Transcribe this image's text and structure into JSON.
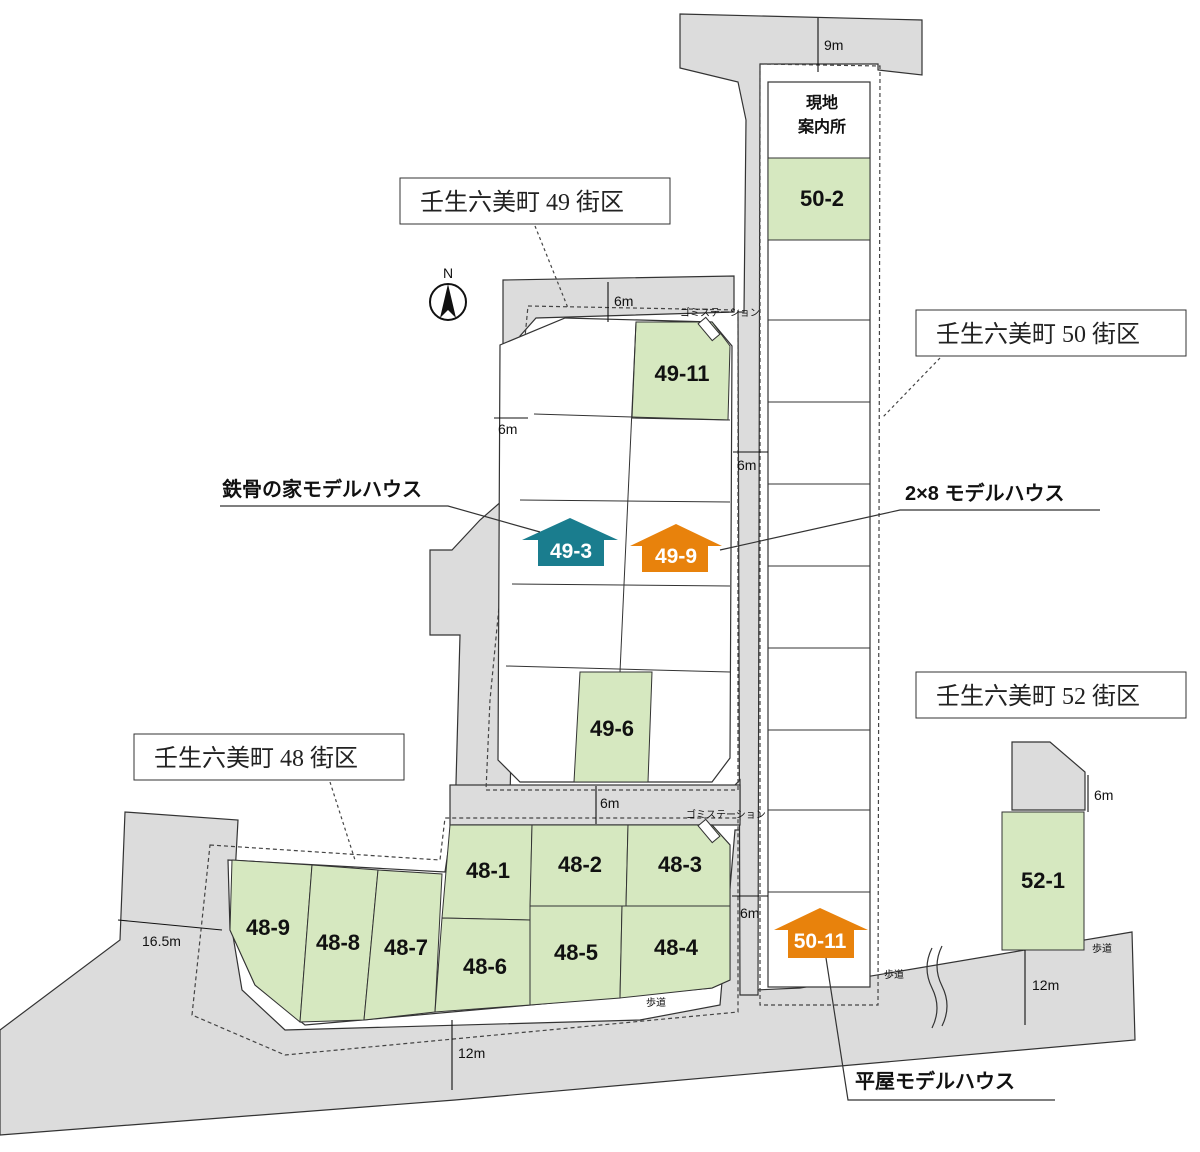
{
  "district_labels": {
    "d49": "壬生六美町 49 街区",
    "d50": "壬生六美町 50 街区",
    "d52": "壬生六美町 52 街区",
    "d48": "壬生六美町 48 街区"
  },
  "compass": "N",
  "site_office": [
    "現地",
    "案内所"
  ],
  "lots": {
    "l50_2": "50-2",
    "l49_11": "49-11",
    "l49_6": "49-6",
    "l48_1": "48-1",
    "l48_2": "48-2",
    "l48_3": "48-3",
    "l48_4": "48-4",
    "l48_5": "48-5",
    "l48_6": "48-6",
    "l48_7": "48-7",
    "l48_8": "48-8",
    "l48_9": "48-9",
    "l52_1": "52-1"
  },
  "model_houses": {
    "h49_3": "49-3",
    "h49_9": "49-9",
    "h50_11": "50-11"
  },
  "model_labels": {
    "steel": "鉄骨の家モデルハウス",
    "two_by_eight": "2×8 モデルハウス",
    "single_storey": "平屋モデルハウス"
  },
  "dimensions": {
    "d9m": "9m",
    "d6m_top": "6m",
    "d6m_left": "6m",
    "d6m_right": "6m",
    "d6m_mid": "6m",
    "d6m_right2": "6m",
    "d6m_52": "6m",
    "d165m": "16.5m",
    "d12m_bottom": "12m",
    "d12m_right": "12m"
  },
  "facility_labels": {
    "garbage1": "ゴミステーション",
    "garbage2": "ゴミステーション"
  },
  "sidewalk_labels": {
    "s1": "歩道",
    "s2": "歩道",
    "s3": "歩道"
  },
  "colors": {
    "lot_green": "#d6e8c0",
    "road_gray": "#dcdcdc",
    "model_teal": "#1a7d8e",
    "model_orange": "#e8820c"
  }
}
